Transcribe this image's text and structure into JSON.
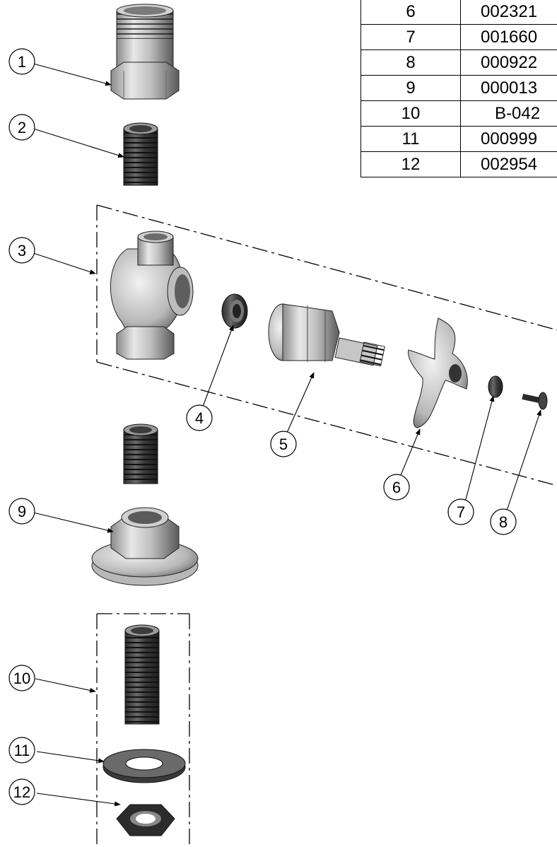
{
  "parts_table": {
    "rows": [
      {
        "item": "6",
        "part": "002321"
      },
      {
        "item": "7",
        "part": "001660"
      },
      {
        "item": "8",
        "part": "000922"
      },
      {
        "item": "9",
        "part": "000013"
      },
      {
        "item": "10",
        "part": "B-042"
      },
      {
        "item": "11",
        "part": "000999"
      },
      {
        "item": "12",
        "part": "002954"
      }
    ]
  },
  "callouts": [
    "1",
    "2",
    "3",
    "4",
    "5",
    "6",
    "7",
    "8",
    "9",
    "10",
    "11",
    "12"
  ],
  "colors": {
    "line": "#000000",
    "metal_light": "#e6e6e6",
    "metal_dark": "#555555",
    "thread": "#3a3a3a"
  }
}
